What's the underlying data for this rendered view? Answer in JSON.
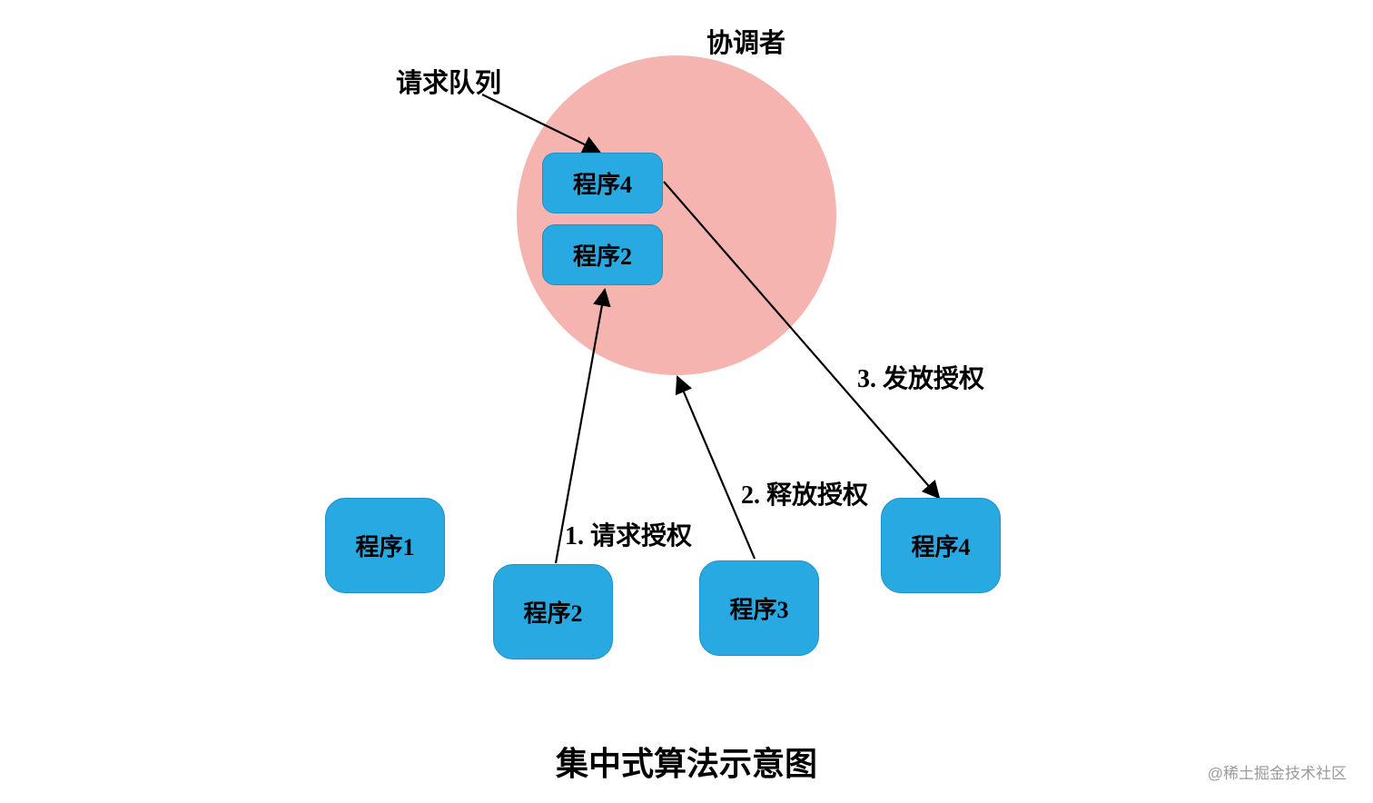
{
  "diagram": {
    "coordinator_label": "协调者",
    "queue_label": "请求队列",
    "inner_queue": [
      {
        "label": "程序4"
      },
      {
        "label": "程序2"
      }
    ],
    "processes": [
      {
        "label": "程序1"
      },
      {
        "label": "程序2"
      },
      {
        "label": "程序3"
      },
      {
        "label": "程序4"
      }
    ],
    "arrows": [
      {
        "label": "1. 请求授权"
      },
      {
        "label": "2. 释放授权"
      },
      {
        "label": "3. 发放授权"
      }
    ],
    "title": "集中式算法示意图",
    "watermark": "@稀土掘金技术社区",
    "colors": {
      "circle": "#f5b4b0",
      "circle_border": "#f5b4b0",
      "box": "#29a9e1",
      "arrow": "#000000",
      "watermark": "#9b9b9b"
    }
  }
}
